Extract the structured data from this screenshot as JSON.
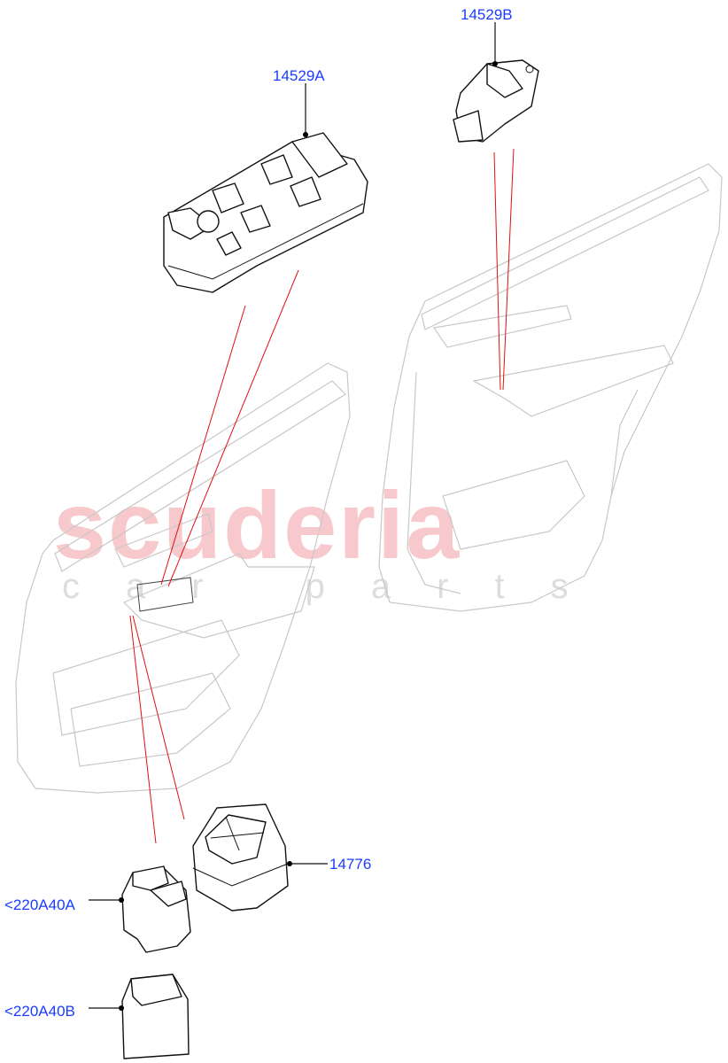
{
  "diagram": {
    "callouts": [
      {
        "id": "14529A",
        "label": "14529A"
      },
      {
        "id": "14529B",
        "label": "14529B"
      },
      {
        "id": "14776",
        "label": "14776"
      },
      {
        "id": "220A40A",
        "label": "<220A40A"
      },
      {
        "id": "220A40B",
        "label": "<220A40B"
      }
    ],
    "watermark": {
      "brand": "scuderia",
      "sub": "car parts"
    },
    "colors": {
      "callout_text": "#1a3cff",
      "reference_lines": "#e01010",
      "watermark": "#f7c9cc"
    }
  }
}
